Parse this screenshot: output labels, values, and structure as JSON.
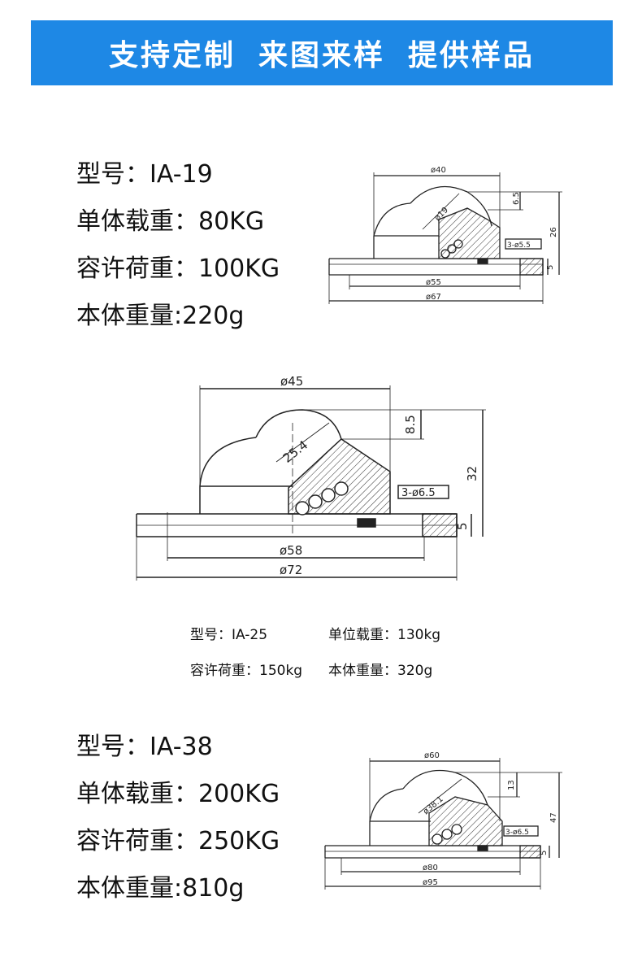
{
  "banner": {
    "part1": "支持定制",
    "part2": "来图来样",
    "part3": "提供样品"
  },
  "ia19": {
    "model": "型号：IA-19",
    "load": "单体载重：80KG",
    "allow": "容许荷重：100KG",
    "weight": "本体重量:220g",
    "dims": {
      "d40": "ø40",
      "d19": "ø19",
      "h65": "6.5",
      "h26": "26",
      "holes": "3-ø5.5",
      "h5": "5",
      "d55": "ø55",
      "d67": "ø67"
    }
  },
  "ia25": {
    "model_label": "型号：",
    "model_value": "IA-25",
    "load_label": "单位载重：",
    "load_value": "130kg",
    "allow_label": "容许荷重：",
    "allow_value": "150kg",
    "weight_label": "本体重量：",
    "weight_value": "320g",
    "dims": {
      "d45": "ø45",
      "d254": "25.4",
      "h85": "8.5",
      "h32": "32",
      "holes": "3-ø6.5",
      "h5": "5",
      "d58": "ø58",
      "d72": "ø72"
    }
  },
  "ia38": {
    "model": "型号：IA-38",
    "load": "单体载重：200KG",
    "allow": "容许荷重：250KG",
    "weight": "本体重量:810g",
    "dims": {
      "d60": "ø60",
      "d381": "ø38.1",
      "h13": "13",
      "h47": "47",
      "holes": "3-ø6.5",
      "h5": "5",
      "d80": "ø80",
      "d95": "ø95"
    }
  },
  "colors": {
    "banner_bg": "#1e88e5",
    "banner_text": "#ffffff",
    "line": "#222222"
  }
}
